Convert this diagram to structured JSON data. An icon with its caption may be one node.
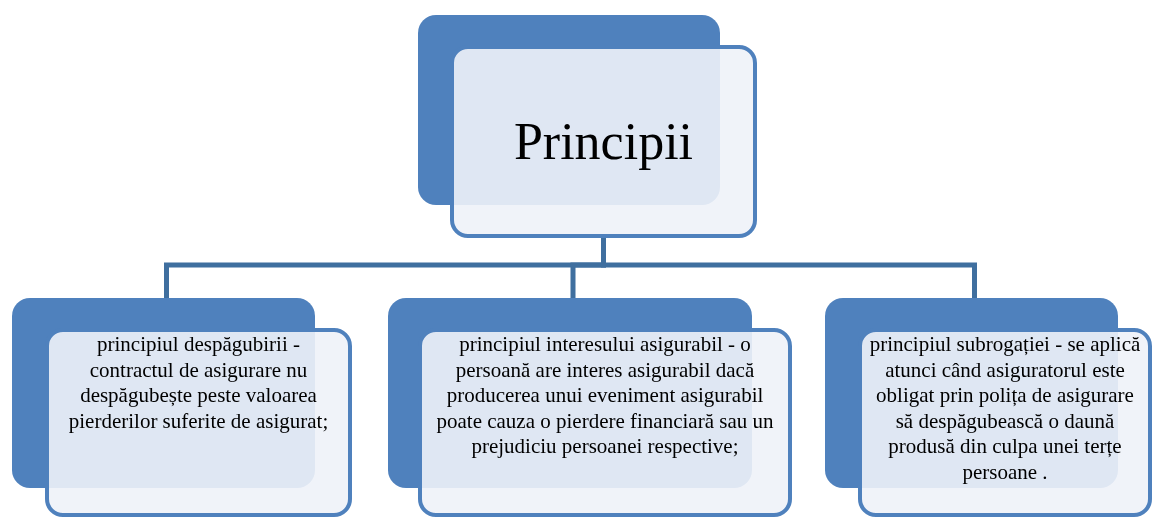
{
  "diagram": {
    "nodes": [
      {
        "text": [
          "Principii"
        ]
      },
      {
        "text": [
          "principiul despăgubirii - contractul de asigurare nu despăgubește peste valoarea pierderilor suferite de asigurat;"
        ]
      },
      {
        "text": [
          "principiul interesului asigurabil - o persoană are interes asigurabil dacă producerea unui eveniment asigurabil poate cauza o pierdere financiară sau un prejudiciu persoanei respective;"
        ]
      },
      {
        "text": [
          "principiul subrogației - se aplică atunci când asiguratorul este obligat prin polița de asigurare să despăgubească o daună produsă din culpa unei terțe persoane ."
        ]
      }
    ],
    "edges": [
      {
        "from": 0,
        "to": 1,
        "arrow": "none"
      },
      {
        "from": 0,
        "to": 2,
        "arrow": "none"
      },
      {
        "from": 0,
        "to": 3,
        "arrow": "none"
      }
    ]
  }
}
